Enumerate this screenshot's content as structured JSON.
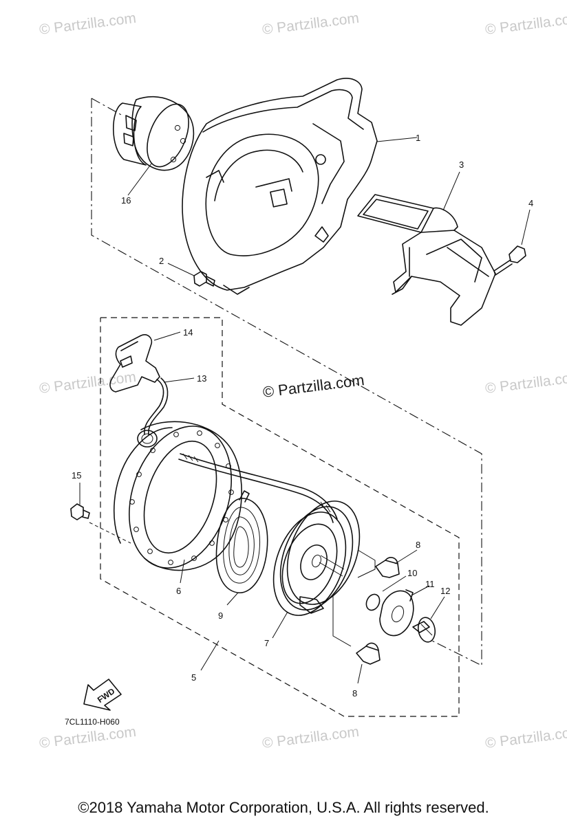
{
  "watermarks": {
    "text": "© Partzilla.com",
    "center_text": "© Partzilla.com"
  },
  "diagram_code": "7CL1110-H060",
  "fwd_label": "FWD",
  "callouts": {
    "c1": "1",
    "c2": "2",
    "c3": "3",
    "c4": "4",
    "c5": "5",
    "c6": "6",
    "c7": "7",
    "c8a": "8",
    "c8b": "8",
    "c9": "9",
    "c10": "10",
    "c11": "11",
    "c12": "12",
    "c13": "13",
    "c14": "14",
    "c15": "15",
    "c16": "16"
  },
  "copyright": "©2018  Yamaha Motor Corporation, U.S.A. All rights reserved."
}
